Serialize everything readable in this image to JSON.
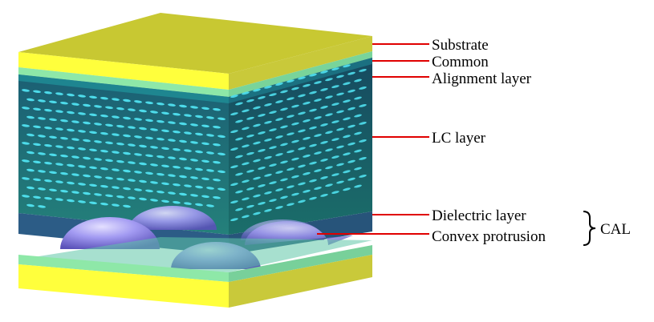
{
  "labels": {
    "substrate": "Substrate",
    "common": "Common",
    "alignment": "Alignment layer",
    "lc": "LC layer",
    "dielectric": "Dielectric layer",
    "convex": "Convex protrusion",
    "cal": "CAL"
  },
  "colors": {
    "substrate_top": "#c8c832",
    "substrate_front": "#ffff3c",
    "substrate_side": "#c8c838",
    "electrode": "#8ee8a8",
    "lc_front": "#1f6f78",
    "lc_side": "#1a5f6a",
    "lc_molecule": "#56f0ff",
    "dielectric_front": "#2a5a82",
    "dielectric_side": "#24506f",
    "protrusion": "#9b93f0",
    "leader": "#e00000"
  }
}
